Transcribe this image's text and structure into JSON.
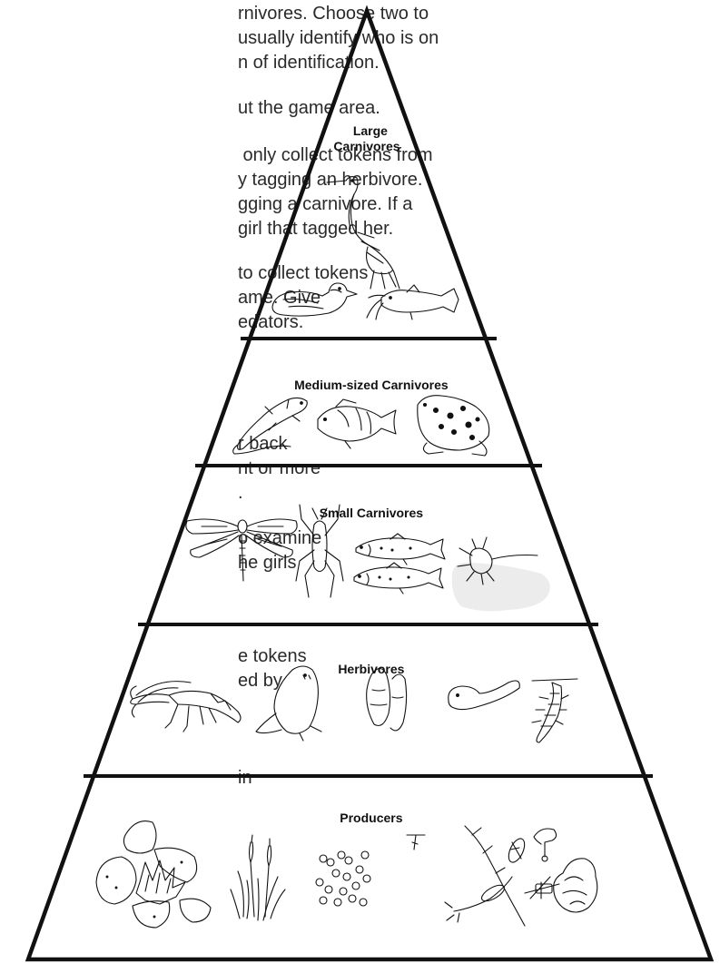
{
  "instructions": {
    "block1": [
      "rnivores. Choose two to",
      "usually identify who is on",
      "n of identification."
    ],
    "block2": [
      "ut the game area."
    ],
    "block3": [
      " only collect tokens from",
      "y tagging an herbivore.",
      "gging a carnivore. If a",
      "girl that tagged her."
    ],
    "block4": [
      "to collect tokens",
      "ame. Give",
      "edators."
    ],
    "block5": [
      "r back",
      "nt or more",
      "."
    ],
    "block6": [
      "o examine",
      "he girls"
    ],
    "block7": [
      "e tokens",
      "ed by"
    ],
    "block8": [
      "in"
    ]
  },
  "pyramid": {
    "levels": [
      {
        "label": "Large\nCarnivores",
        "organisms": [
          "heron-icon",
          "duck-icon",
          "catfish-icon"
        ]
      },
      {
        "label": "Medium-sized Carnivores",
        "organisms": [
          "salamander-icon",
          "sunfish-icon",
          "frog-icon"
        ]
      },
      {
        "label": "Small Carnivores",
        "organisms": [
          "dragonfly-icon",
          "water-bug-icon",
          "trout-icon",
          "trout-icon",
          "water-mite-icon"
        ]
      },
      {
        "label": "Herbivores",
        "organisms": [
          "crayfish-icon",
          "beaver-icon",
          "snail-icon",
          "tadpole-icon",
          "mosquito-larva-icon"
        ]
      },
      {
        "label": "Producers",
        "organisms": [
          "water-lily-icon",
          "cattail-icon",
          "duckweed-icon",
          "seed-icon",
          "plankton-icon"
        ]
      }
    ]
  },
  "colors": {
    "ink": "#111111",
    "text": "#2a2a2a",
    "background": "#ffffff"
  }
}
